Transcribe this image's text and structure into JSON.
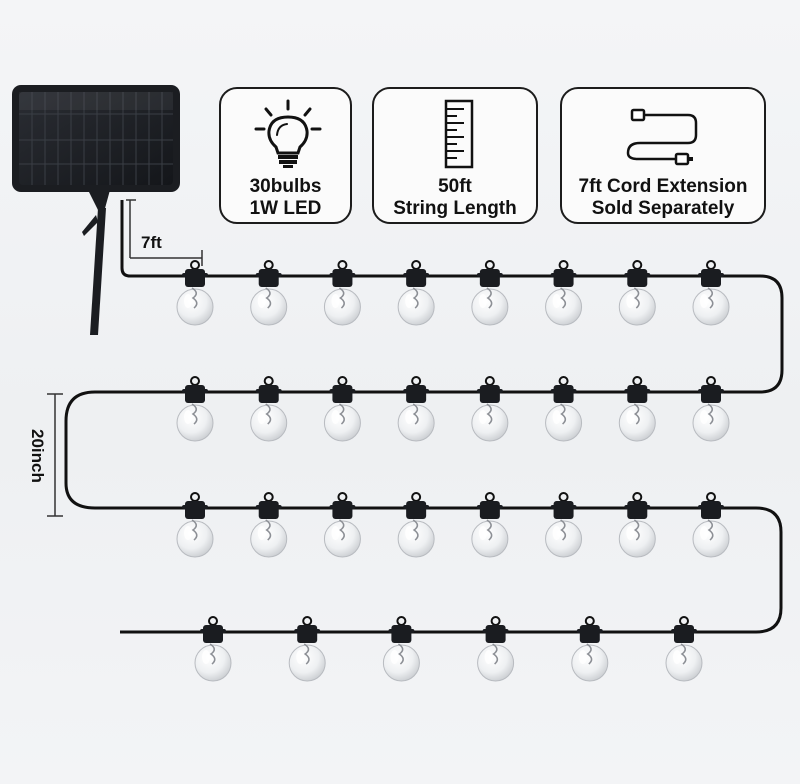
{
  "features": [
    {
      "icon": "light-bulb-icon",
      "line1": "30bulbs",
      "line2": "1W LED"
    },
    {
      "icon": "ruler-icon",
      "line1": "50ft",
      "line2": "String Length"
    },
    {
      "icon": "extension-cord-icon",
      "line1": "7ft Cord Extension",
      "line2": "Sold Separately"
    }
  ],
  "dimensions": {
    "panel_lead": "7ft",
    "row_spacing": "20inch"
  },
  "bulb_rows": [
    8,
    8,
    8,
    6
  ]
}
